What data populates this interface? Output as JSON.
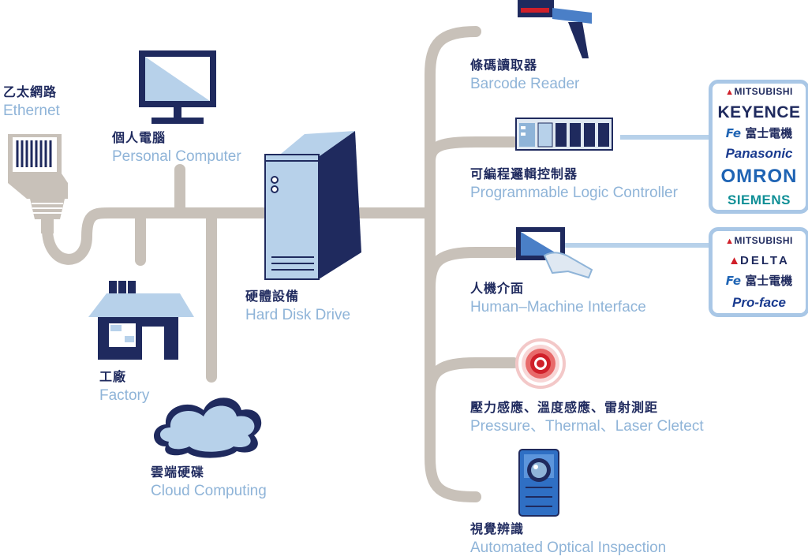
{
  "nodes": {
    "ethernet": {
      "zh": "乙太網路",
      "en": "Ethernet"
    },
    "personal_computer": {
      "zh": "個人電腦",
      "en": "Personal Computer"
    },
    "factory": {
      "zh": "工廠",
      "en": "Factory"
    },
    "cloud": {
      "zh": "雲端硬碟",
      "en": "Cloud Computing"
    },
    "hdd": {
      "zh": "硬體設備",
      "en": "Hard Disk Drive"
    },
    "barcode": {
      "zh": "條碼讀取器",
      "en": "Barcode Reader"
    },
    "plc": {
      "zh": "可編程邏輯控制器",
      "en": "Programmable Logic Controller"
    },
    "hmi": {
      "zh": "人機介面",
      "en": "Human–Machine Interface"
    },
    "sensors": {
      "zh": "壓力感應、溫度感應、雷射測距",
      "en": "Pressure、Thermal、Laser Cletect"
    },
    "aoi": {
      "zh": "視覺辨識",
      "en": "Automated Optical Inspection"
    }
  },
  "plc_brands": [
    "MITSUBISHI",
    "KEYENCE",
    "富士電機",
    "Panasonic",
    "OMRON",
    "SIEMENS"
  ],
  "hmi_brands": [
    "MITSUBISHI",
    "DELTA",
    "富士電機",
    "Pro-face"
  ],
  "fuji_logo_letters": "Fe",
  "colors": {
    "line": "#c8c1b9",
    "navy": "#1f2a5e",
    "light_blue": "#b7d1ea",
    "label_en": "#8fb4d8",
    "brand_border": "#a9c7e6",
    "red": "#d0202a"
  }
}
